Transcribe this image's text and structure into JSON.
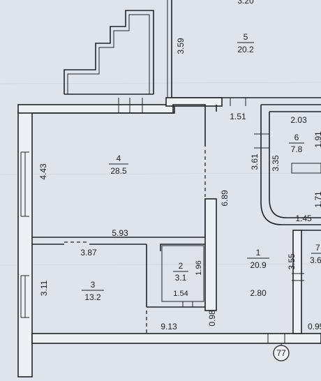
{
  "rooms": [
    {
      "id": "5",
      "number": "5",
      "area": "20.2"
    },
    {
      "id": "4",
      "number": "4",
      "area": "28.5"
    },
    {
      "id": "6",
      "number": "6",
      "area": "7.8"
    },
    {
      "id": "1",
      "number": "1",
      "area": "20.9"
    },
    {
      "id": "2",
      "number": "2",
      "area": "3.1"
    },
    {
      "id": "3",
      "number": "3",
      "area": "13.2"
    },
    {
      "id": "7",
      "number": "7",
      "area": "3.6"
    }
  ],
  "dimensions": {
    "d_3_20": "3.20",
    "d_3_59": "3.59",
    "d_1_51": "1.51",
    "d_2_03": "2.03",
    "d_1_91": "1.91",
    "d_4_43": "4.43",
    "d_3_61": "3.61",
    "d_3_35": "3.35",
    "d_6_89": "6.89",
    "d_1_71": "1.71",
    "d_1_45": "1.45",
    "d_5_93": "5.93",
    "d_3_87": "3.87",
    "d_1_96": "1.96",
    "d_3_55": "3.55",
    "d_3_11": "3.11",
    "d_1_54": "1.54",
    "d_2_80": "2.80",
    "d_0_98": "0.98",
    "d_9_13": "9.13",
    "d_0_95": "0.95"
  },
  "axis_marker": "77"
}
